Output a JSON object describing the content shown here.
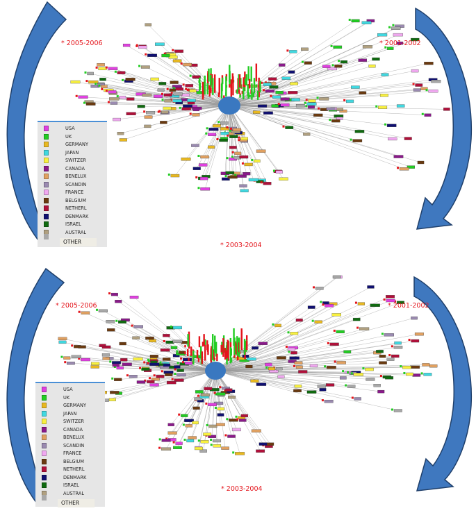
{
  "legend": {
    "items": [
      {
        "label": "USA",
        "color": "#e040e0"
      },
      {
        "label": "UK",
        "color": "#22cc22"
      },
      {
        "label": "GERMANY",
        "color": "#e8b820"
      },
      {
        "label": "JAPAN",
        "color": "#40d8e0"
      },
      {
        "label": "SWITZER",
        "color": "#f8f040"
      },
      {
        "label": "CANADA",
        "color": "#8a1a8a"
      },
      {
        "label": "BENELUX",
        "color": "#e0a060"
      },
      {
        "label": "SCANDIN",
        "color": "#9a8ab0"
      },
      {
        "label": "FRANCE",
        "color": "#f0a8f0"
      },
      {
        "label": "BELGIUM",
        "color": "#6a3a10"
      },
      {
        "label": "NETHERL",
        "color": "#b0103a"
      },
      {
        "label": "DENMARK",
        "color": "#101070"
      },
      {
        "label": "ISRAEL",
        "color": "#106a10"
      },
      {
        "label": "AUSTRAL",
        "color": "#b0a080"
      }
    ],
    "other_label": "OTHER",
    "other_color": "#a8a8a8"
  },
  "panels": [
    {
      "period_left": "2005-2006",
      "period_right": "2001-2002",
      "period_bottom": "2003-2004"
    },
    {
      "period_left": "2005-2006",
      "period_right": "2001-2002",
      "period_bottom": "2003-2004"
    }
  ],
  "colors": {
    "arrow_fill": "#3f78bf",
    "arrow_stroke": "#1f3f6a",
    "hub": "#3a78c0",
    "period_text": "#e4141b",
    "legend_accent": "#4a8fd6"
  }
}
